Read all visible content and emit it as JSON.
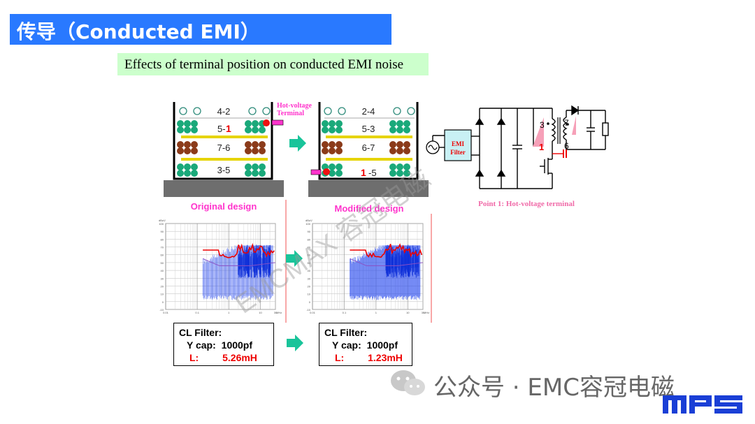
{
  "header": {
    "title": "传导（Conducted EMI）",
    "subtitle": "Effects of terminal position on conducted EMI noise"
  },
  "original": {
    "caption": "Original design",
    "layers": [
      "4-2",
      "5-",
      "7-6",
      "3-5"
    ],
    "hot_digit": "1",
    "hot_label_1": "Hot-voltage",
    "hot_label_2": "Terminal"
  },
  "modified": {
    "caption": "Modified design",
    "layers": [
      "2-4",
      "5-3",
      "6-7",
      "-5"
    ],
    "hot_digit": "1"
  },
  "schematic": {
    "emi_label_1": "EMI",
    "emi_label_2": "Filter",
    "pin3": "3",
    "pin7": "7",
    "pin6": "6",
    "pin1": "1",
    "caption": "Point 1: Hot-voltage terminal"
  },
  "filters": [
    {
      "title": "CL Filter:",
      "ycap_label": "Y cap:",
      "ycap_value": "1000pf",
      "l_label": "L:",
      "l_value": "5.26mH"
    },
    {
      "title": "CL Filter:",
      "ycap_label": "Y cap:",
      "ycap_value": "1000pf",
      "l_label": "L:",
      "l_value": "1.23mH"
    }
  ],
  "plot": {
    "yunit": "dBuV",
    "xunit": "MHz",
    "yticks": [
      "100",
      "90",
      "80",
      "70",
      "60",
      "50",
      "40",
      "30",
      "20",
      "10",
      "0",
      "-10"
    ],
    "xticks": [
      "0.01",
      "0.1",
      "1",
      "10",
      "30"
    ]
  },
  "watermark": {
    "diagonal": "EMCMAX 容冠电磁",
    "footer": "公众号 · EMC容冠电磁"
  },
  "colors": {
    "title_bar": "#2979ff",
    "subtitle_bg": "#ccffcc",
    "accent_pink": "#ff33cc",
    "arrow": "#19c49a",
    "limit": "#ee0000",
    "noise": "#2244ee"
  }
}
